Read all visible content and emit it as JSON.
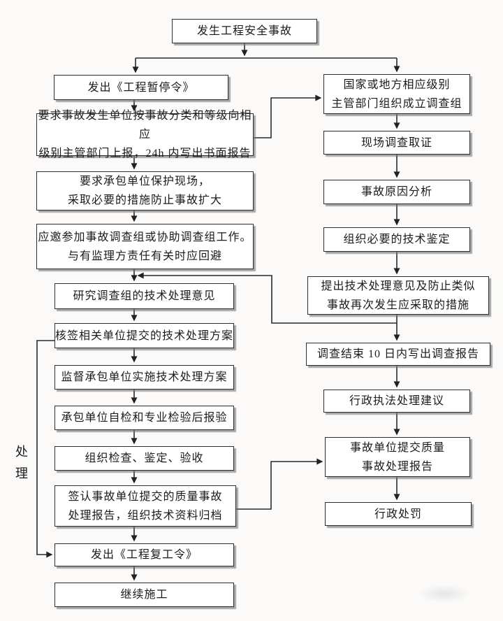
{
  "side_label": "处理",
  "colors": {
    "background": "#fbfaf9",
    "box_fill": "#ffffff",
    "box_border": "#2d2d2d",
    "box_shadow": "#7a7a7a",
    "line": "#2b2b2b",
    "text": "#1b1b1b"
  },
  "nodes": {
    "start": {
      "text": "发生工程安全事故"
    },
    "l1": {
      "text": "发出《工程暂停令》"
    },
    "l2": {
      "text": "要求事故发生单位按事故分类和等级向相应\n级别主管部门上报，24h 内写出书面报告"
    },
    "l3": {
      "text": "要求承包单位保护现场，\n采取必要的措施防止事故扩大"
    },
    "l4": {
      "text": "应邀参加事故调查组或协助调查组工作。\n与有监理方责任有关时应回避"
    },
    "l5": {
      "text": "研究调查组的技术处理意见"
    },
    "l6": {
      "text": "核签相关单位提交的技术处理方案"
    },
    "l7": {
      "text": "监督承包单位实施技术处理方案"
    },
    "l8": {
      "text": "承包单位自检和专业检验后报验"
    },
    "l9": {
      "text": "组织检查、鉴定、验收"
    },
    "l10": {
      "text": "签认事故单位提交的质量事故\n处理报告，组织技术资料归档"
    },
    "l11": {
      "text": "发出《工程复工令》"
    },
    "l12": {
      "text": "继续施工"
    },
    "r1": {
      "text": "国家或地方相应级别\n主管部门组织成立调查组"
    },
    "r2": {
      "text": "现场调查取证"
    },
    "r3": {
      "text": "事故原因分析"
    },
    "r4": {
      "text": "组织必要的技术鉴定"
    },
    "r5": {
      "text": "提出技术处理意见及防止类似\n事故再次发生应采取的措施"
    },
    "r6": {
      "text": "调查结束 10 日内写出调查报告"
    },
    "r7": {
      "text": "行政执法处理建议"
    },
    "r8": {
      "text": "事故单位提交质量\n事故处理报告"
    },
    "r9": {
      "text": "行政处罚"
    }
  }
}
